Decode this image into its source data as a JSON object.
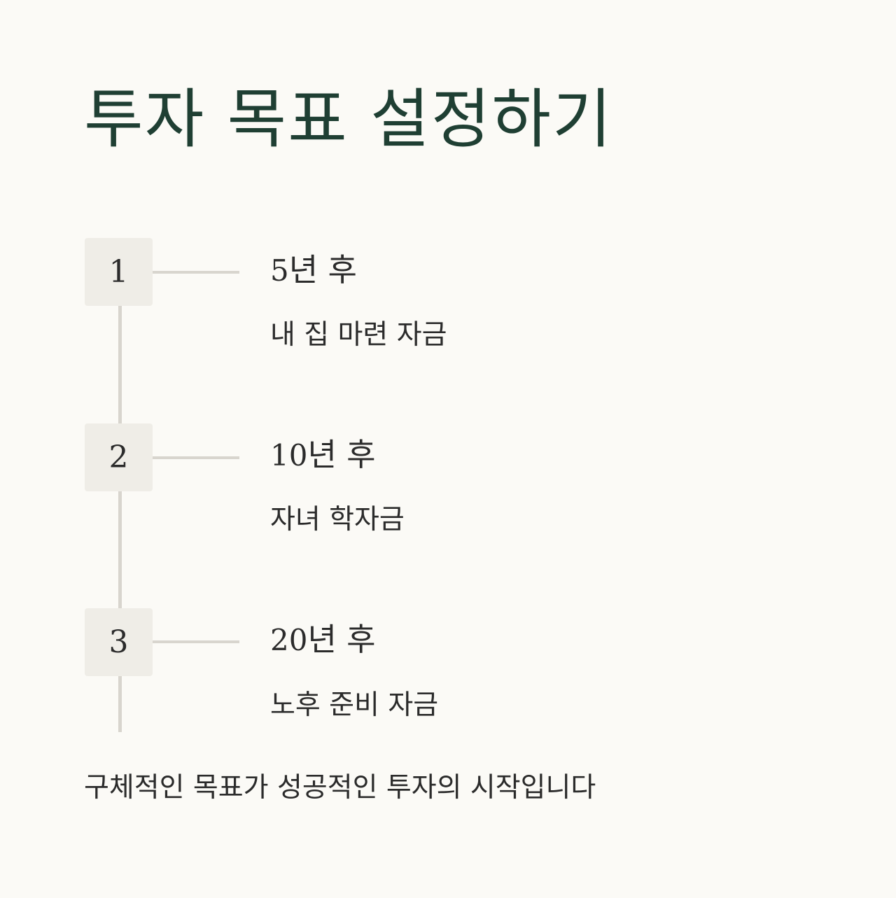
{
  "title": "투자 목표 설정하기",
  "steps": [
    {
      "number": "1",
      "period_number": "5",
      "period_suffix": "년 후",
      "description": "내 집 마련 자금"
    },
    {
      "number": "2",
      "period_number": "10",
      "period_suffix": "년 후",
      "description": "자녀 학자금"
    },
    {
      "number": "3",
      "period_number": "20",
      "period_suffix": "년 후",
      "description": "노후 준비 자금"
    }
  ],
  "footer": "구체적인 목표가 성공적인 투자의 시작입니다",
  "colors": {
    "background": "#fbfaf6",
    "title": "#1f3f33",
    "text": "#2b2b2b",
    "step_box": "#efede7",
    "timeline": "#d8d5ce"
  }
}
